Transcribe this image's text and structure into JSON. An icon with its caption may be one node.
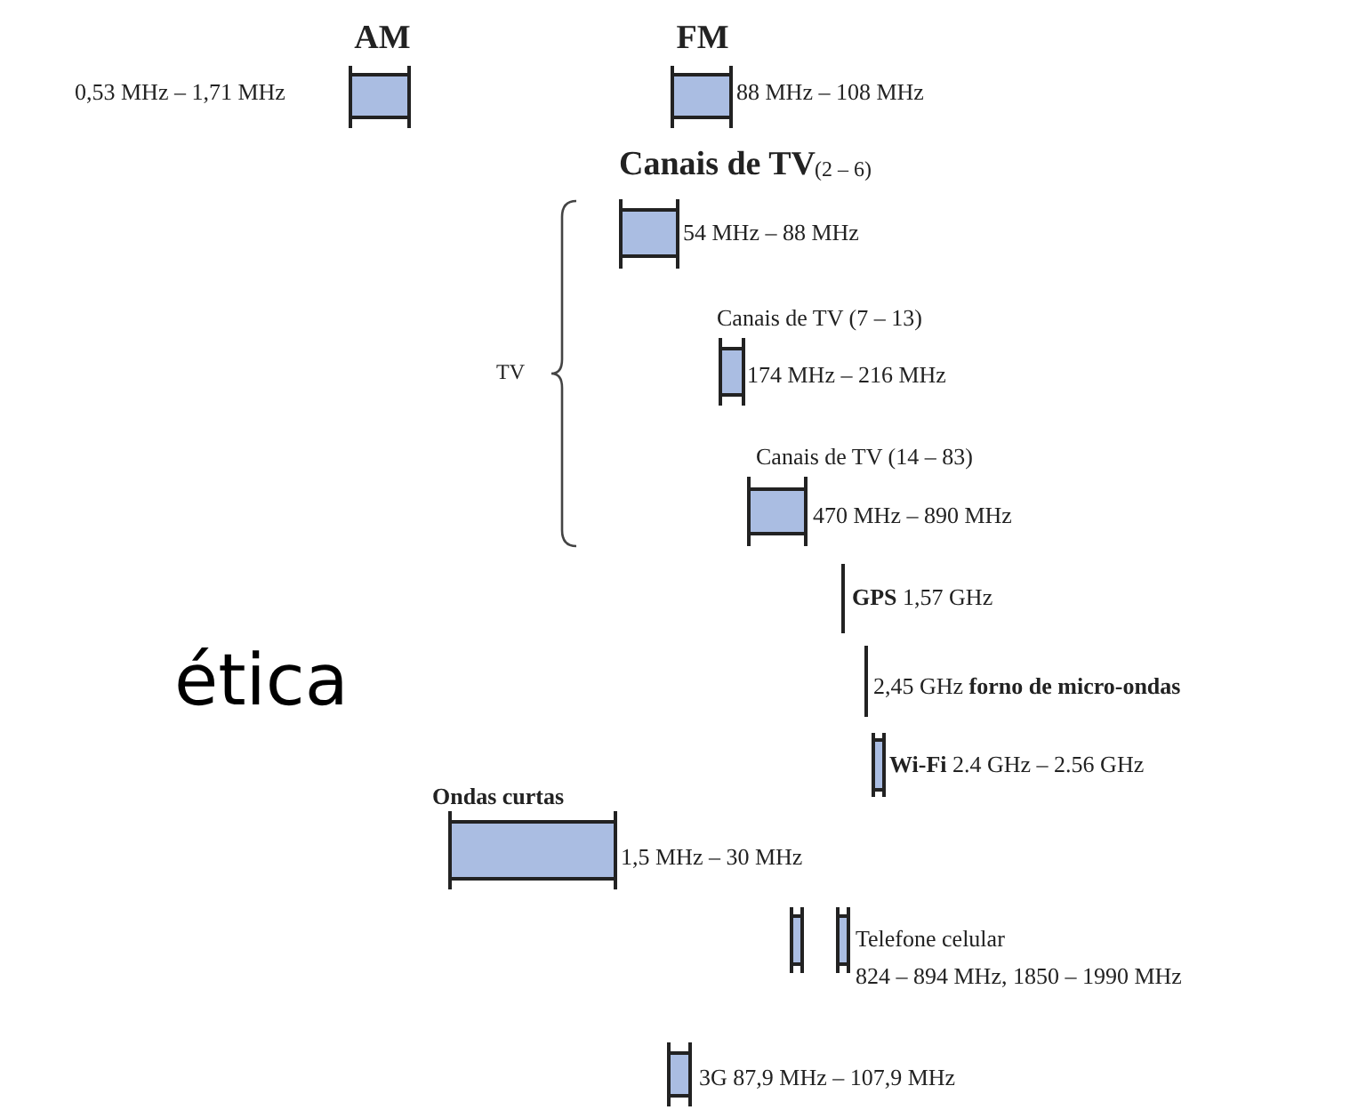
{
  "diagram": {
    "labels": [
      "AM",
      "FM",
      "0,53 MHz – 1,71 MHz",
      "88 MHz – 108 MHz",
      "Canais de TV",
      "(2 – 6)",
      "54 MHz – 88 MHz",
      "Canais de TV (7 – 13)",
      "TV",
      "174 MHz – 216 MHz",
      "Canais de TV (14 – 83)",
      "470 MHz – 890 MHz",
      "**GPS** 1,57 GHz",
      "ética",
      "2,45 GHz **forno de micro-ondas**",
      "**Wi-Fi** 2.4 GHz – 2.56 GHz",
      "Ondas curtas",
      "1,5 MHz – 30 MHz",
      "Telefone celular",
      "824 – 894 MHz, 1850 – 1990 MHz",
      "3G 87,9 MHz – 107,9 MHz"
    ]
  }
}
